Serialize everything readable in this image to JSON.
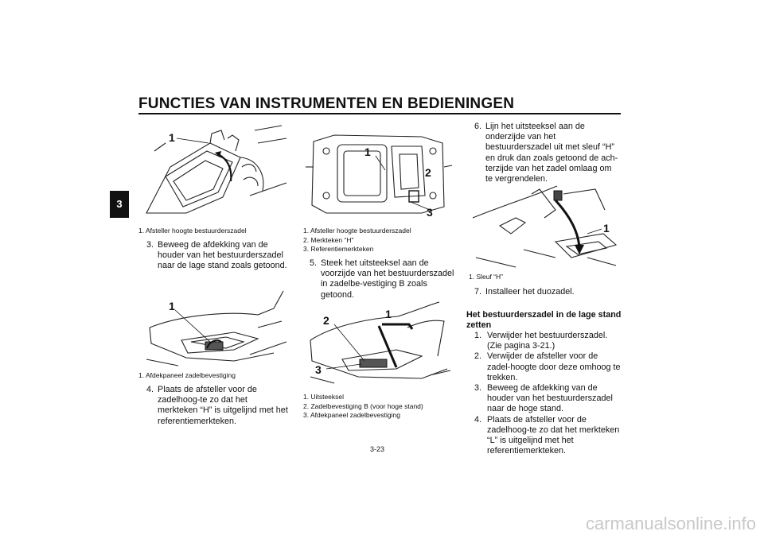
{
  "header": {
    "title": "FUNCTIES VAN INSTRUMENTEN EN BEDIENINGEN",
    "chapter_tab": "3"
  },
  "figures": [
    {
      "callouts": [
        "1"
      ],
      "captions": [
        "1. Afsteller hoogte bestuurderszadel"
      ]
    },
    {
      "callouts": [
        "1"
      ],
      "captions": [
        "1. Afdekpaneel zadelbevestiging"
      ]
    },
    {
      "callouts": [
        "1",
        "2",
        "3"
      ],
      "captions": [
        "1. Afsteller hoogte bestuurderszadel",
        "2. Merkteken “H”",
        "3. Referentiemerkteken"
      ]
    },
    {
      "callouts": [
        "1",
        "2",
        "3"
      ],
      "captions": [
        "1. Uitsteeksel",
        "2. Zadelbevestiging B (voor hoge stand)",
        "3. Afdekpaneel zadelbevestiging"
      ]
    },
    {
      "callouts": [
        "1"
      ],
      "captions": [
        "1. Sleuf “H”"
      ]
    }
  ],
  "steps": {
    "s3": {
      "num": "3.",
      "text": "Beweeg de afdekking van de houder van het bestuurderszadel naar de lage stand zoals getoond."
    },
    "s4": {
      "num": "4.",
      "text": "Plaats de afsteller voor de zadelhoog-te zo dat het merkteken “H” is uitgelijnd met het referentiemerkteken."
    },
    "s5": {
      "num": "5.",
      "text": "Steek het uitsteeksel aan de voorzijde van het bestuurderszadel in zadelbe-vestiging B zoals getoond."
    },
    "s6": {
      "num": "6.",
      "text": "Lijn het uitsteeksel aan de onderzijde van het bestuurderszadel uit met sleuf “H” en druk dan zoals getoond de ach-terzijde van het zadel omlaag om te vergrendelen."
    },
    "s7": {
      "num": "7.",
      "text": "Installeer het duozadel."
    }
  },
  "section": {
    "title": "Het bestuurderszadel in de lage stand zetten",
    "items": [
      {
        "num": "1.",
        "text": "Verwijder het bestuurderszadel. (Zie pagina 3-21.)"
      },
      {
        "num": "2.",
        "text": "Verwijder de afsteller voor de zadel-hoogte door deze omhoog te trekken."
      },
      {
        "num": "3.",
        "text": "Beweeg de afdekking van de houder van het bestuurderszadel naar de hoge stand."
      },
      {
        "num": "4.",
        "text": "Plaats de afsteller voor de zadelhoog-te zo dat het merkteken “L” is uitgelijnd met het referentiemerkteken."
      }
    ]
  },
  "page_number": "3-23",
  "watermark": "carmanualsonline.info"
}
